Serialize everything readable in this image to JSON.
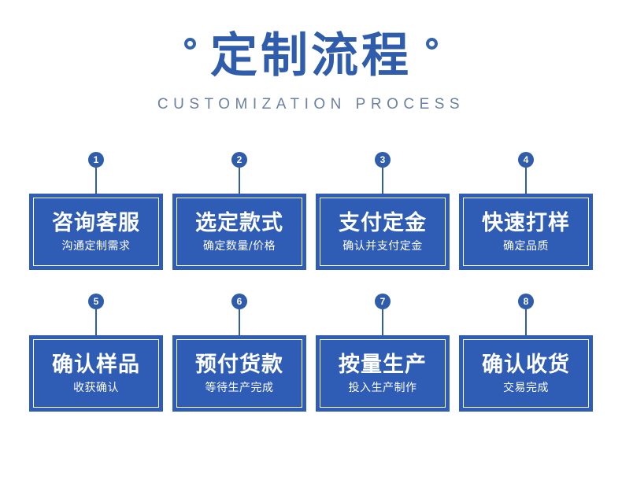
{
  "header": {
    "title_zh": "定制流程",
    "subtitle_en": "CUSTOMIZATION PROCESS",
    "deco_left": "ring-left",
    "deco_right": "ring-right"
  },
  "colors": {
    "title_blue": "#2f5cab",
    "subtitle_gray_blue": "#6c7fa6",
    "card_fill": "#2f5cb5",
    "badge_fill": "#2f5cab",
    "card_inner_border": "#ffffff",
    "background": "#ffffff"
  },
  "steps": [
    {
      "number": "1",
      "title": "咨询客服",
      "subtitle": "沟通定制需求"
    },
    {
      "number": "2",
      "title": "选定款式",
      "subtitle": "确定数量/价格"
    },
    {
      "number": "3",
      "title": "支付定金",
      "subtitle": "确认并支付定金"
    },
    {
      "number": "4",
      "title": "快速打样",
      "subtitle": "确定品质"
    },
    {
      "number": "5",
      "title": "确认样品",
      "subtitle": "收获确认"
    },
    {
      "number": "6",
      "title": "预付货款",
      "subtitle": "等待生产完成"
    },
    {
      "number": "7",
      "title": "按量生产",
      "subtitle": "投入生产制作"
    },
    {
      "number": "8",
      "title": "确认收货",
      "subtitle": "交易完成"
    }
  ]
}
